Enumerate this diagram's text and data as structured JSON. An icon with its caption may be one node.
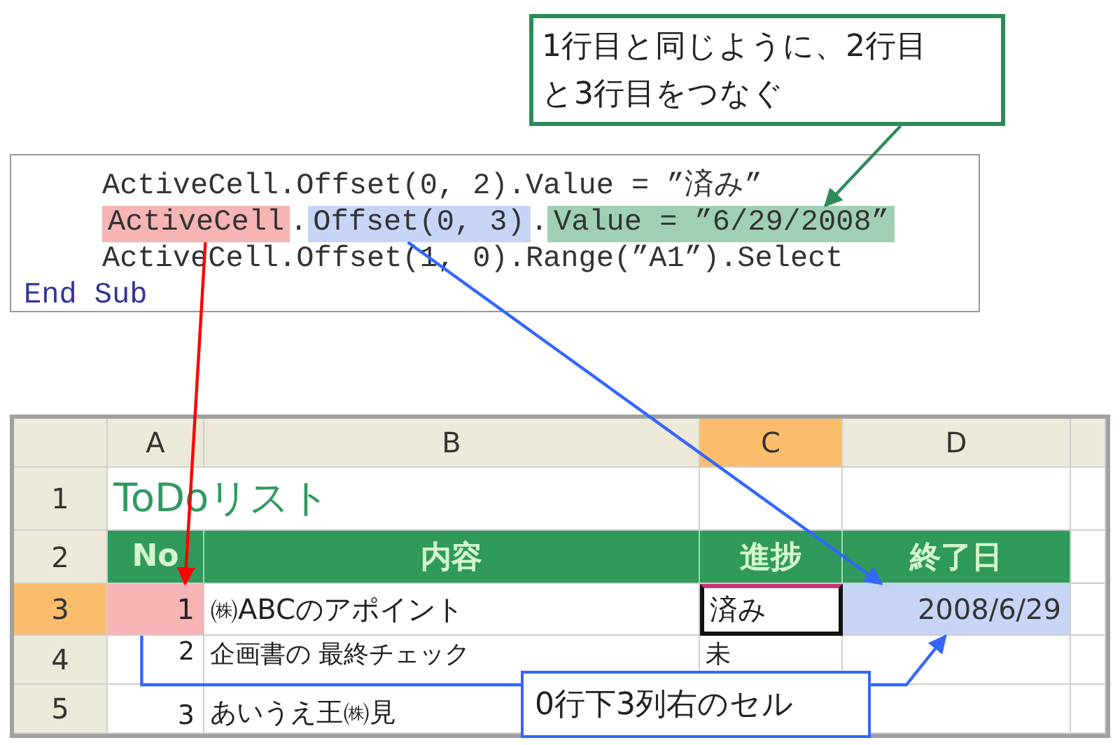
{
  "diagram": {
    "nodes": [
      {
        "text": [
          "1行目と同じように、2行目と3行目をつなぐ"
        ]
      },
      {
        "text": [
          "ActiveCell.Offset(0, 2).Value = ”済み”",
          "ActiveCell.Offset(1, 0).Range(”A1”).Select",
          "End Sub"
        ]
      },
      {
        "text": [
          "ActiveCell"
        ],
        "in": 1
      },
      {
        "text": [
          "Offset(0, 3)"
        ],
        "in": 1
      },
      {
        "text": [
          "Value = ”6/29/2008”"
        ],
        "in": 1
      },
      {
        "text": [
          "1"
        ]
      },
      {
        "text": [
          "2008/6/29"
        ]
      },
      {
        "text": [
          "0行下3列右のセル"
        ]
      }
    ],
    "edges": [
      {
        "from": 0,
        "to": 4,
        "arrow": "to",
        "color": "#2e8b57"
      },
      {
        "from": 2,
        "to": 5,
        "arrow": "to",
        "color": "#ff0000"
      },
      {
        "from": 3,
        "to": 6,
        "arrow": "to"
      },
      {
        "from": 5,
        "to": 7,
        "arrow": "none"
      },
      {
        "from": 7,
        "to": 6,
        "arrow": "to"
      }
    ],
    "labels": [
      ".",
      ".",
      "A",
      "B",
      "C",
      "D",
      "1",
      "ToDoリスト",
      "2",
      "No",
      "内容",
      "進捗",
      "終了日",
      "3",
      "㈱ABCのアポイント",
      "済み",
      "4",
      "2",
      "企画書の 最終チェック",
      "未",
      "5",
      "3",
      "あいうえ王㈱見"
    ]
  }
}
